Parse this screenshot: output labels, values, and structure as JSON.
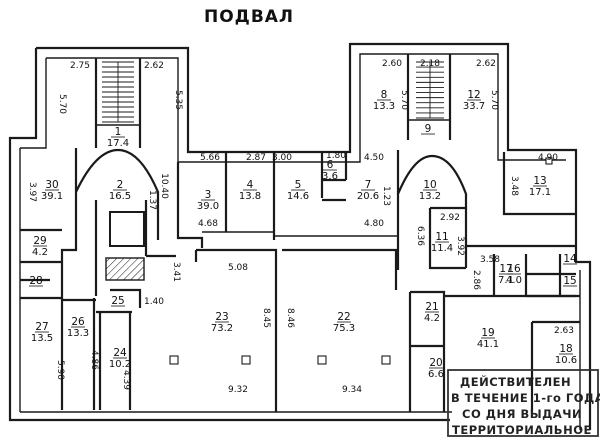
{
  "title": "ПОДВАЛ",
  "rooms": [
    {
      "num": "1",
      "area": "17.4"
    },
    {
      "num": "2",
      "area": "16.5"
    },
    {
      "num": "3",
      "area": "39.0"
    },
    {
      "num": "4",
      "area": "13.8"
    },
    {
      "num": "5",
      "area": "14.6"
    },
    {
      "num": "6",
      "area": "3.6"
    },
    {
      "num": "7",
      "area": "20.6"
    },
    {
      "num": "8",
      "area": "13.3"
    },
    {
      "num": "9",
      "area": ""
    },
    {
      "num": "10",
      "area": "13.2"
    },
    {
      "num": "11",
      "area": "11.4"
    },
    {
      "num": "12",
      "area": "33.7"
    },
    {
      "num": "13",
      "area": "17.1"
    },
    {
      "num": "14",
      "area": ""
    },
    {
      "num": "15",
      "area": ""
    },
    {
      "num": "16",
      "area": "4.0"
    },
    {
      "num": "17",
      "area": "7.1"
    },
    {
      "num": "18",
      "area": "10.6"
    },
    {
      "num": "19",
      "area": "41.1"
    },
    {
      "num": "20",
      "area": "6.6"
    },
    {
      "num": "21",
      "area": "4.2"
    },
    {
      "num": "22",
      "area": "75.3"
    },
    {
      "num": "23",
      "area": "73.2"
    },
    {
      "num": "24",
      "area": "10.2"
    },
    {
      "num": "25",
      "area": ""
    },
    {
      "num": "26",
      "area": "13.3"
    },
    {
      "num": "27",
      "area": "13.5"
    },
    {
      "num": "28",
      "area": ""
    },
    {
      "num": "29",
      "area": "4.2"
    },
    {
      "num": "30",
      "area": "39.1"
    }
  ],
  "dims": [
    "2.75",
    "5.70",
    "2.62",
    "5.35",
    "10.40",
    "3.97",
    "1.37",
    "5.66",
    "2.87",
    "3.00",
    "1.80",
    "4.50",
    "4.68",
    "4.80",
    "1.23",
    "2.60",
    "5.70",
    "2.18",
    "2.62",
    "5.70",
    "4.90",
    "3.48",
    "6.36",
    "2.92",
    "3.92",
    "3.58",
    "2.86",
    "5.08",
    "3.41",
    "1.40",
    "8.45",
    "8.46",
    "9.32",
    "9.34",
    "4.86",
    "5.90",
    "4.39",
    "2.63"
  ],
  "stamp": {
    "line1": "ДЕЙСТВИТЕЛЕН",
    "line2": "В ТЕЧЕНИЕ 1-го ГОДА",
    "line3": "СО ДНЯ ВЫДАЧИ",
    "line4": "ТЕРРИТОРИАЛЬНОЕ"
  }
}
